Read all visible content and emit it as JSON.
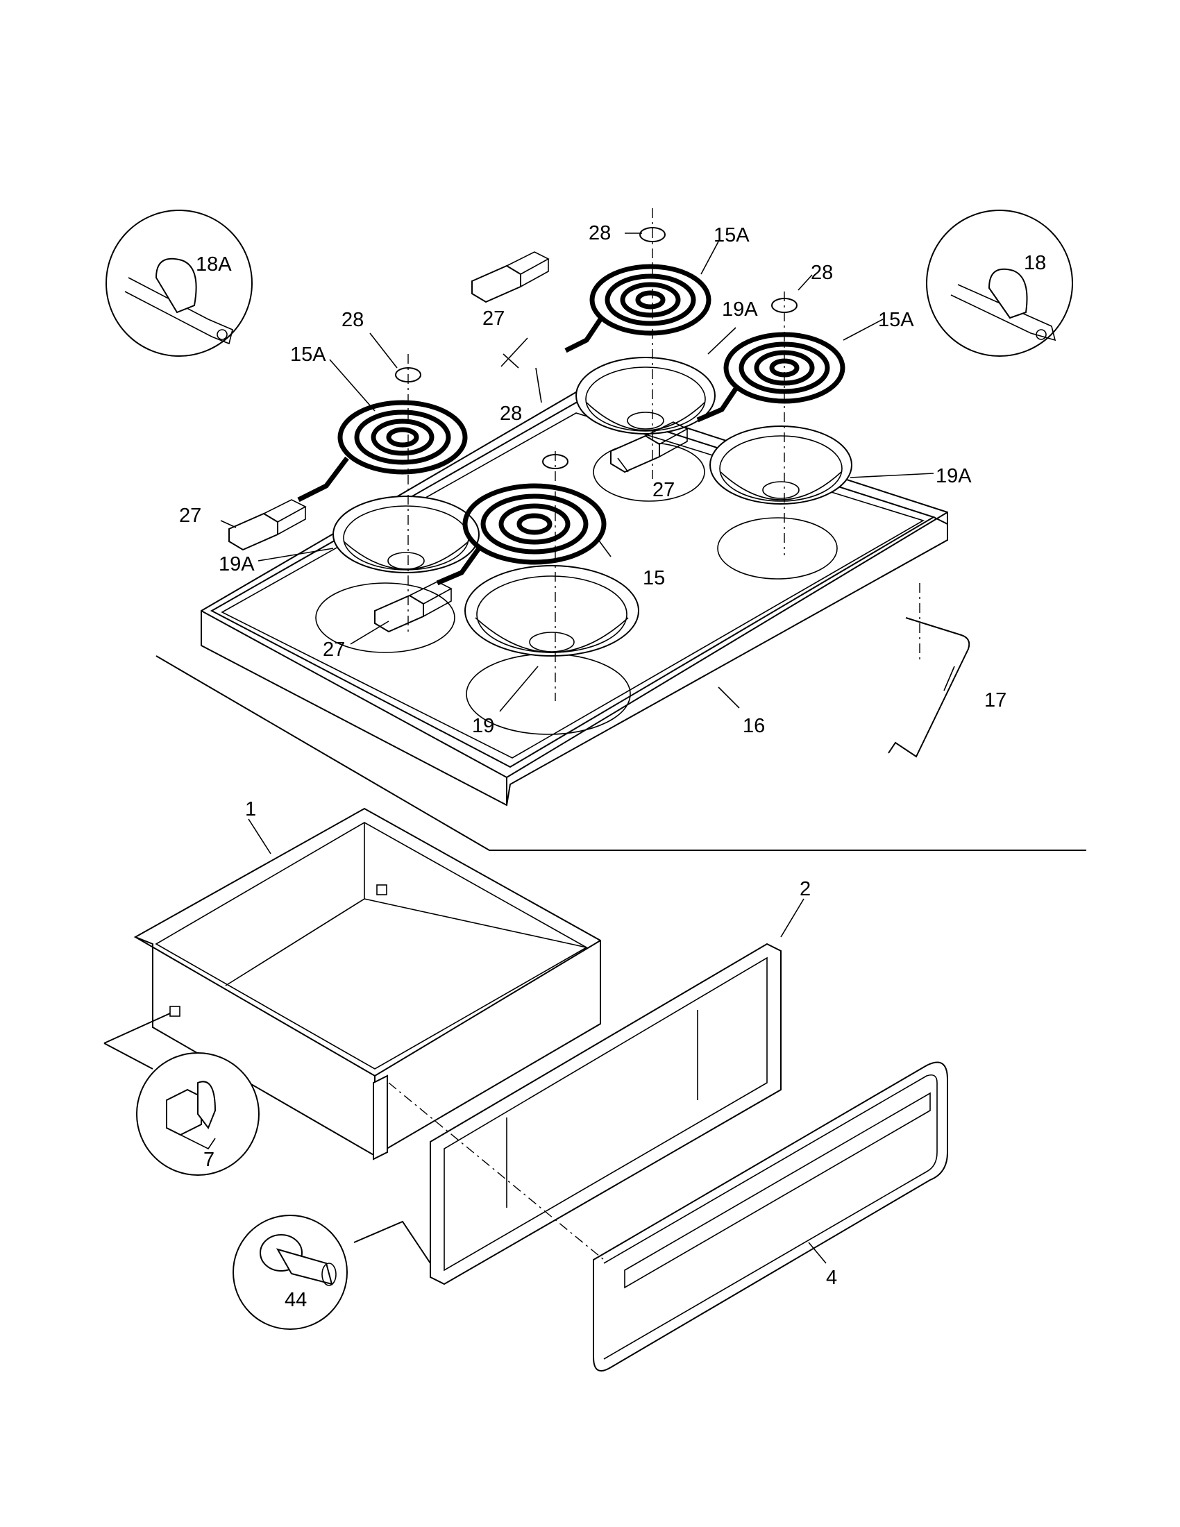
{
  "labels": {
    "p1": "1",
    "p2": "2",
    "p4": "4",
    "p7": "7",
    "p15": "15",
    "p15a_left": "15A",
    "p15a_top": "15A",
    "p15a_right": "15A",
    "p16": "16",
    "p17": "17",
    "p18": "18",
    "p18a": "18A",
    "p19": "19",
    "p19a_left": "19A",
    "p19a_top": "19A",
    "p19a_right": "19A",
    "p27_left": "27",
    "p27_top": "27",
    "p27_mid": "27",
    "p27_bottom": "27",
    "p28_left": "28",
    "p28_top": "28",
    "p28_right": "28",
    "p28_mid": "28",
    "p44": "44"
  }
}
